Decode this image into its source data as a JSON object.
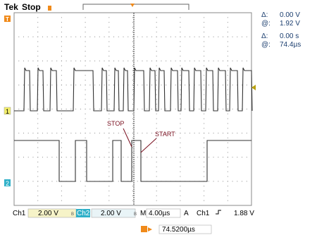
{
  "header": {
    "brand": "Tek",
    "status": "Stop"
  },
  "cursors": {
    "v_delta": "0.00 V",
    "v_at": "1.92 V",
    "t_delta": "0.00 s",
    "t_at": "74.4µs",
    "delta_symbol": "Δ:",
    "at_symbol": "@:"
  },
  "markers": {
    "trigger_top": "T",
    "ch1": "1",
    "ch2": "2"
  },
  "annotations": {
    "stop": "STOP",
    "start": "START"
  },
  "footer": {
    "ch1_label": "Ch1",
    "ch1_scale": "2.00 V",
    "ch2_label": "Ch2",
    "ch2_scale": "2.00 V",
    "timebase_label": "M",
    "timebase": "4.00µs",
    "acq_mode": "A",
    "trig_source": "Ch1",
    "trig_slope": "⌐",
    "trig_level": "1.88 V",
    "trigger_pos_label": "T▸",
    "trigger_pos": "74.5200µs"
  },
  "colors": {
    "grid": "#7a7a7a",
    "trace": "#333333",
    "ch1_marker": "#f4ef6a",
    "ch2_marker": "#2fb0c8",
    "trigger": "#f08a1a",
    "annotation": "#7a1020",
    "footer_field": "#f6f3c8"
  }
}
